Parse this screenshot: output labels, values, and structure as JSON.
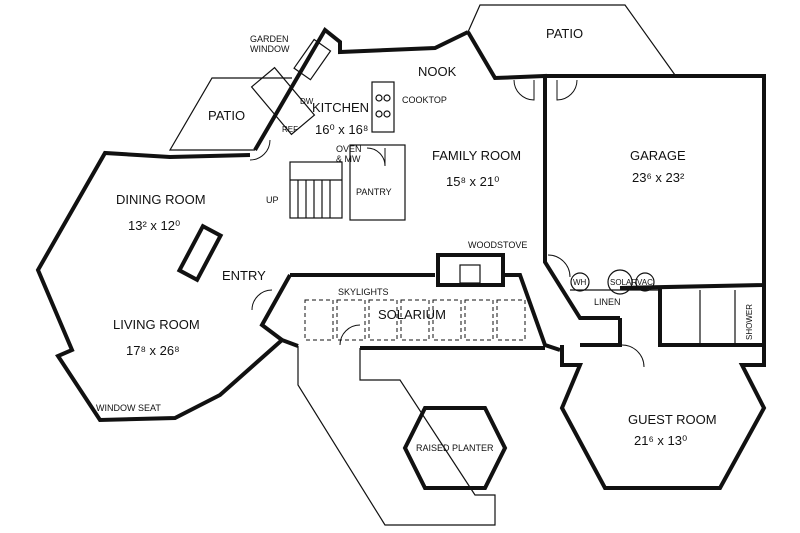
{
  "rooms": {
    "patio_top": "PATIO",
    "patio_left": "PATIO",
    "nook": "NOOK",
    "kitchen": "KITCHEN",
    "kitchen_dim": "16⁰ x 16⁸",
    "family_room": "FAMILY ROOM",
    "family_room_dim": "15⁸ x 21⁰",
    "garage": "GARAGE",
    "garage_dim": "23⁶ x 23²",
    "dining_room": "DINING ROOM",
    "dining_room_dim": "13² x 12⁰",
    "entry": "ENTRY",
    "living_room": "LIVING ROOM",
    "living_room_dim": "17⁸ x 26⁸",
    "solarium": "SOLARIUM",
    "guest_room": "GUEST ROOM",
    "guest_room_dim": "21⁶ x 13⁰"
  },
  "fixtures": {
    "garden_window_1": "GARDEN",
    "garden_window_2": "WINDOW",
    "cooktop": "COOKTOP",
    "oven_1": "OVEN",
    "oven_2": "& MW",
    "pantry": "PANTRY",
    "up": "UP",
    "ref": "REF",
    "dw": "DW",
    "woodstove": "WOODSTOVE",
    "skylights": "SKYLIGHTS",
    "wh": "WH",
    "solar": "SOLAR",
    "vac": "VAC",
    "linen": "LINEN",
    "shower": "SHOWER",
    "raised_planter": "RAISED PLANTER",
    "window_seat": "WINDOW SEAT"
  }
}
